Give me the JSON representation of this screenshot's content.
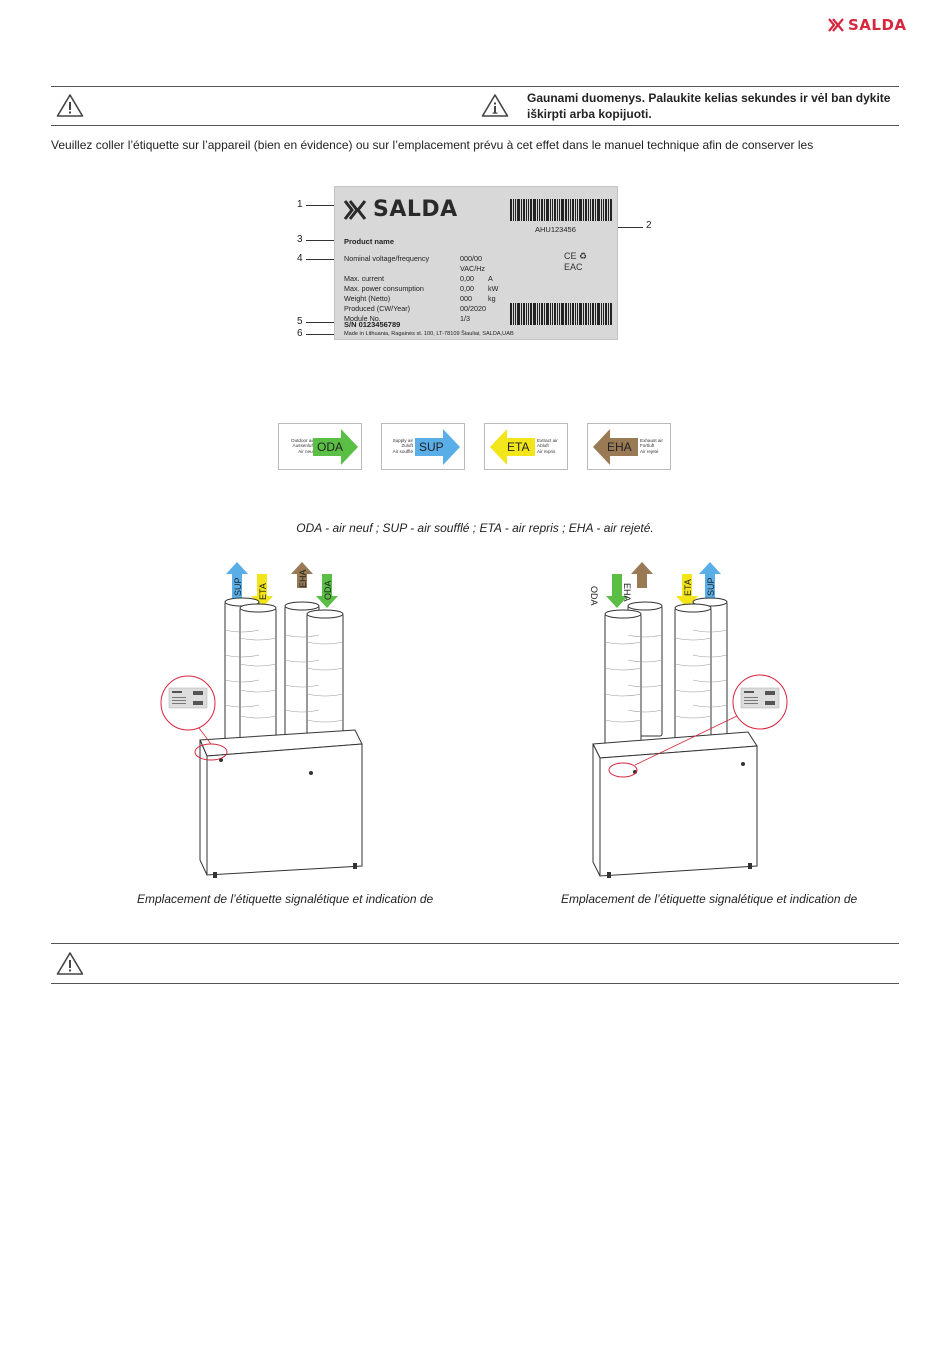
{
  "header": {
    "brand": "SALDA",
    "brand_color": "#d7263d"
  },
  "notice": {
    "icons": [
      "warning-icon",
      "info-icon"
    ],
    "message": "Gaunami duomenys. Palaukite kelias sekundes ir vėl ban dykite iškirpti arba kopijuoti."
  },
  "intro": {
    "text": "Veuillez coller l’étiquette sur l’appareil (bien en évidence) ou sur l’emplacement prévu à cet effet dans le manuel technique afin de conserver les"
  },
  "nameplate": {
    "brand": "SALDA",
    "code": "AHU123456",
    "product_name": "Product name",
    "specs": [
      {
        "key": "Nominal voltage/frequency",
        "value": "000/00 VAC/Hz",
        "unit": ""
      },
      {
        "key": "Max. current",
        "value": "0,00",
        "unit": "A"
      },
      {
        "key": "Max. power consumption",
        "value": "0,00",
        "unit": "kW"
      },
      {
        "key": "Weight (Netto)",
        "value": "000",
        "unit": "kg"
      },
      {
        "key": "Produced (CW/Year)",
        "value": "00/2020",
        "unit": ""
      },
      {
        "key": "Module No.",
        "value": "1/3",
        "unit": ""
      }
    ],
    "serial": "S/N   0123456789",
    "made_in": "Made in Lithuania, Ragainės st. 100, LT-78109 Šiauliai, SALDA,UAB",
    "marks": "CE ♻ EAC",
    "callouts": [
      "1",
      "2",
      "3",
      "4",
      "5",
      "6"
    ]
  },
  "stickers": [
    {
      "code": "ODA",
      "text": [
        "Outdoor air",
        "Aussenluft",
        "Air neuf"
      ],
      "color": "#5cbf45",
      "direction": "right"
    },
    {
      "code": "SUP",
      "text": [
        "Supply air",
        "Zuluft",
        "Air soufflé"
      ],
      "color": "#5aaee8",
      "direction": "right"
    },
    {
      "code": "ETA",
      "text": [
        "Extract air",
        "Abluft",
        "Air repris"
      ],
      "color": "#f2e51a",
      "direction": "left"
    },
    {
      "code": "EHA",
      "text": [
        "Exhaust air",
        "Fortluft",
        "Air rejeté"
      ],
      "color": "#9a7a55",
      "direction": "left"
    }
  ],
  "airflow_caption": "ODA - air neuf ; SUP - air soufflé ; ETA - air repris ; EHA - air rejeté.",
  "figures": {
    "left": {
      "arrows": [
        "SUP",
        "ETA",
        "EHA",
        "ODA"
      ],
      "caption": "Emplacement de l’étiquette signalétique et indication de"
    },
    "right": {
      "arrows": [
        "ODA",
        "EHA",
        "ETA",
        "SUP"
      ],
      "caption": "Emplacement de l’étiquette signalétique et indication de"
    }
  },
  "bottom_notice": {
    "icon": "warning-icon"
  }
}
